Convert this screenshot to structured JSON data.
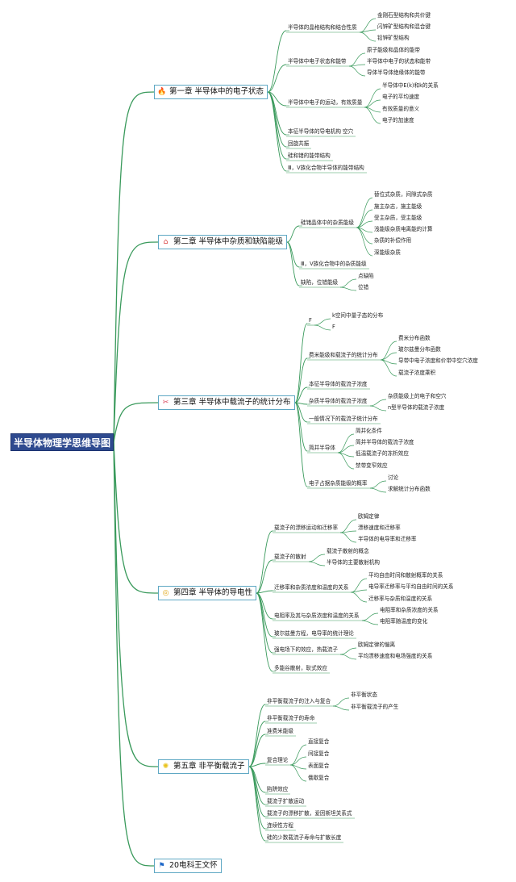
{
  "title": "半导体物理学思维导图",
  "colors": {
    "line": "#3a9a5c",
    "root": "#2e4a8f",
    "chapter_border": "#5fa8c4"
  },
  "chapters": [
    {
      "icon": "flame-icon",
      "label": "第一章 半导体中的电子状态",
      "children": [
        {
          "label": "半导体的晶格结构和结合性质",
          "children": [
            "金刚石型结构和共价键",
            "闪锌矿型结构和混合键",
            "铅锌矿型结构"
          ]
        },
        {
          "label": "半导体中电子状态和能带",
          "children": [
            "原子能级和晶体的能带",
            "半导体中电子的状态和能带",
            "导体半导体绝缘体的能带"
          ]
        },
        {
          "label": "半导体中电子的运动，有效质量",
          "children": [
            "半导体中E(k)和k的关系",
            "电子的平均速度",
            "有效质量的意义",
            "电子的加速度"
          ]
        },
        {
          "label": "本征半导体的导电机构 空穴",
          "children": []
        },
        {
          "label": "回旋共振",
          "children": []
        },
        {
          "label": "硅和锗的能带结构",
          "children": []
        },
        {
          "label": "Ⅲ，Ⅴ族化合物半导体的能带结构",
          "children": []
        }
      ]
    },
    {
      "icon": "home-icon",
      "label": "第二章 半导体中杂质和缺陷能级",
      "children": [
        {
          "label": "硅锗晶体中的杂质能级",
          "children": [
            "替位式杂质，间隙式杂质",
            "施主杂志，施主能级",
            "受主杂质，受主能级",
            "浅能级杂质电离能的计算",
            "杂质的补偿作用",
            "深能级杂质"
          ]
        },
        {
          "label": "Ⅲ，Ⅴ族化合物中的杂质能级",
          "children": []
        },
        {
          "label": "缺陷，位错能级",
          "children": [
            "点缺陷",
            "位错"
          ]
        }
      ]
    },
    {
      "icon": "tools-icon",
      "label": "第三章 半导体中载流子的统计分布",
      "children": [
        {
          "label": "F",
          "children": [
            "k空间中量子态的分布",
            "F"
          ]
        },
        {
          "label": "费米能级和载流子的统计分布",
          "children": [
            "费米分布函数",
            "玻尔兹曼分布函数",
            "导带中电子浓度和价带中空穴浓度",
            "载流子浓度乘积"
          ]
        },
        {
          "label": "本征半导体的载流子浓度",
          "children": []
        },
        {
          "label": "杂质半导体的载流子浓度",
          "children": [
            "杂质能级上的电子和空穴",
            "n型半导体的载流子浓度"
          ]
        },
        {
          "label": "一般情况下的载流子统计分布",
          "children": []
        },
        {
          "label": "简并半导体",
          "children": [
            "简并化条件",
            "简并半导体的载流子浓度",
            "低温载流子的冻析效应",
            "禁带变窄效应"
          ]
        },
        {
          "label": "电子占据杂质能级的概率",
          "children": [
            "讨论",
            "求解统计分布函数"
          ]
        }
      ]
    },
    {
      "icon": "medal-icon",
      "label": "第四章 半导体的导电性",
      "children": [
        {
          "label": "载流子的漂移运动和迁移率",
          "children": [
            "欧姆定律",
            "漂移速度和迁移率",
            "半导体的电导率和迁移率"
          ]
        },
        {
          "label": "载流子的散射",
          "children": [
            "载流子散射的概念",
            "半导体的主要散射机构"
          ]
        },
        {
          "label": "迁移率和杂质浓度和温度的关系",
          "children": [
            "平均自由时间和散射概率的关系",
            "电导率迁移率与平均自由时间的关系",
            "迁移率与杂质和温度的关系"
          ]
        },
        {
          "label": "电阻率及其与杂质浓度和温度的关系",
          "children": [
            "电阻率和杂质浓度的关系",
            "电阻率随温度的变化"
          ]
        },
        {
          "label": "玻尔兹曼方程，电导率的统计理论",
          "children": []
        },
        {
          "label": "强电场下的效应，热载流子",
          "children": [
            "欧姆定律的偏离",
            "平均漂移速度和电场强度的关系"
          ]
        },
        {
          "label": "多能谷散射，耿式效应",
          "children": []
        }
      ]
    },
    {
      "icon": "sun-icon",
      "label": "第五章 非平衡载流子",
      "children": [
        {
          "label": "非平衡载流子的注入与复合",
          "children": [
            "非平衡状态",
            "非平衡载流子的产生"
          ]
        },
        {
          "label": "非平衡载流子的寿命",
          "children": []
        },
        {
          "label": "准费米能级",
          "children": []
        },
        {
          "label": "复合理论",
          "children": [
            "直接复合",
            "间接复合",
            "表面复合",
            "俄歇复合"
          ]
        },
        {
          "label": "陷阱效应",
          "children": []
        },
        {
          "label": "载流子扩散运动",
          "children": []
        },
        {
          "label": "载流子的漂移扩散，爱因斯坦关系式",
          "children": []
        },
        {
          "label": "连续性方程",
          "children": []
        },
        {
          "label": "硅的少数载流子寿命与扩散长度",
          "children": []
        }
      ]
    },
    {
      "icon": "flag-icon",
      "label": "20电科王文怀",
      "children": []
    }
  ]
}
